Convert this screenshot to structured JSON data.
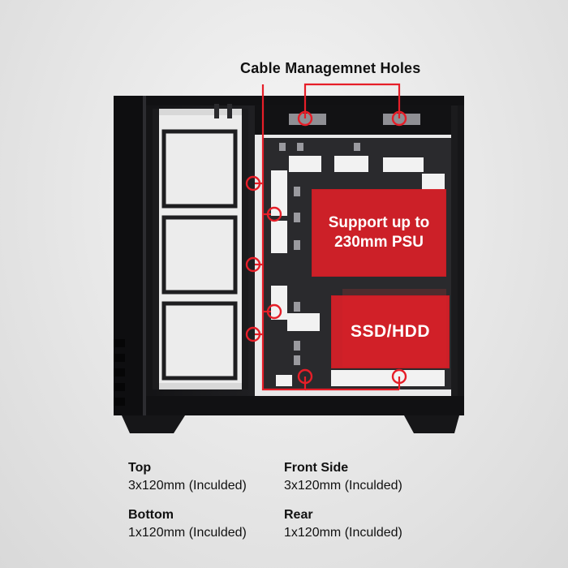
{
  "callout": {
    "title": "Cable Managemnet Holes"
  },
  "labels": {
    "psu_line1": "Support up to",
    "psu_line2": "230mm PSU",
    "ssd": "SSD/HDD"
  },
  "specs": {
    "top": {
      "title": "Top",
      "value": "3x120mm (Inculded)"
    },
    "front": {
      "title": "Front Side",
      "value": "3x120mm (Inculded)"
    },
    "bottom": {
      "title": "Bottom",
      "value": "1x120mm (Inculded)"
    },
    "rear": {
      "title": "Rear",
      "value": "1x120mm (Inculded)"
    }
  },
  "colors": {
    "accent": "#e61e28",
    "case_body": "#1c1c1e",
    "background": "#e6e6e6"
  }
}
